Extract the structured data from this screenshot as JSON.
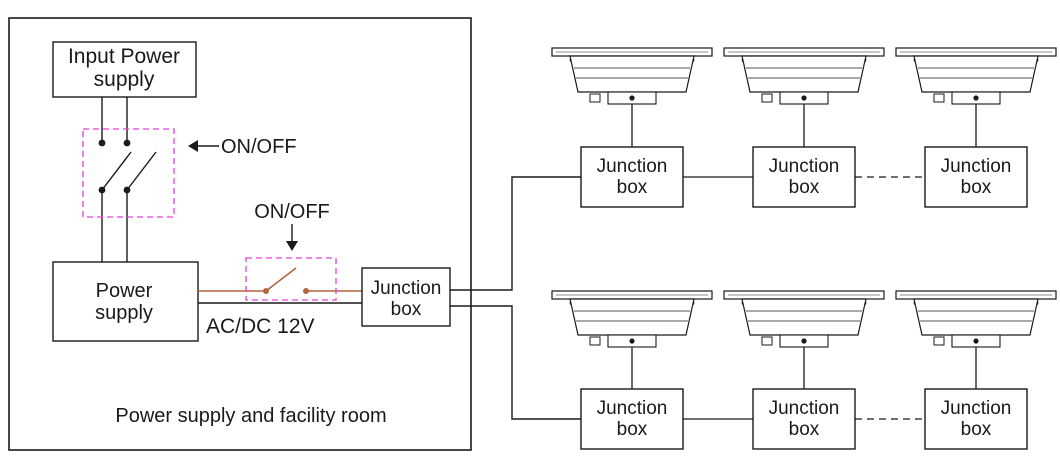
{
  "labels": {
    "input_power_line1": "Input Power",
    "input_power_line2": "supply",
    "on_off_main": "ON/OFF",
    "on_off_branch": "ON/OFF",
    "power_supply_line1": "Power",
    "power_supply_line2": "supply",
    "voltage": "AC/DC 12V",
    "room_caption": "Power supply and facility room",
    "junction_line1": "Junction",
    "junction_line2": "box"
  },
  "colors": {
    "line": "#1a1a1a",
    "switch_frame": "#e040e0",
    "switch_wire": "#b5643c"
  },
  "light_rows": [
    {
      "row": "top",
      "junction_boxes": [
        {
          "line1": "Junction",
          "line2": "box"
        },
        {
          "line1": "Junction",
          "line2": "box"
        },
        {
          "line1": "Junction",
          "line2": "box"
        }
      ],
      "lights": [
        "pool-light-icon",
        "pool-light-icon",
        "pool-light-icon"
      ]
    },
    {
      "row": "bottom",
      "junction_boxes": [
        {
          "line1": "Junction",
          "line2": "box"
        },
        {
          "line1": "Junction",
          "line2": "box"
        },
        {
          "line1": "Junction",
          "line2": "box"
        }
      ],
      "lights": [
        "pool-light-icon",
        "pool-light-icon",
        "pool-light-icon"
      ]
    }
  ]
}
